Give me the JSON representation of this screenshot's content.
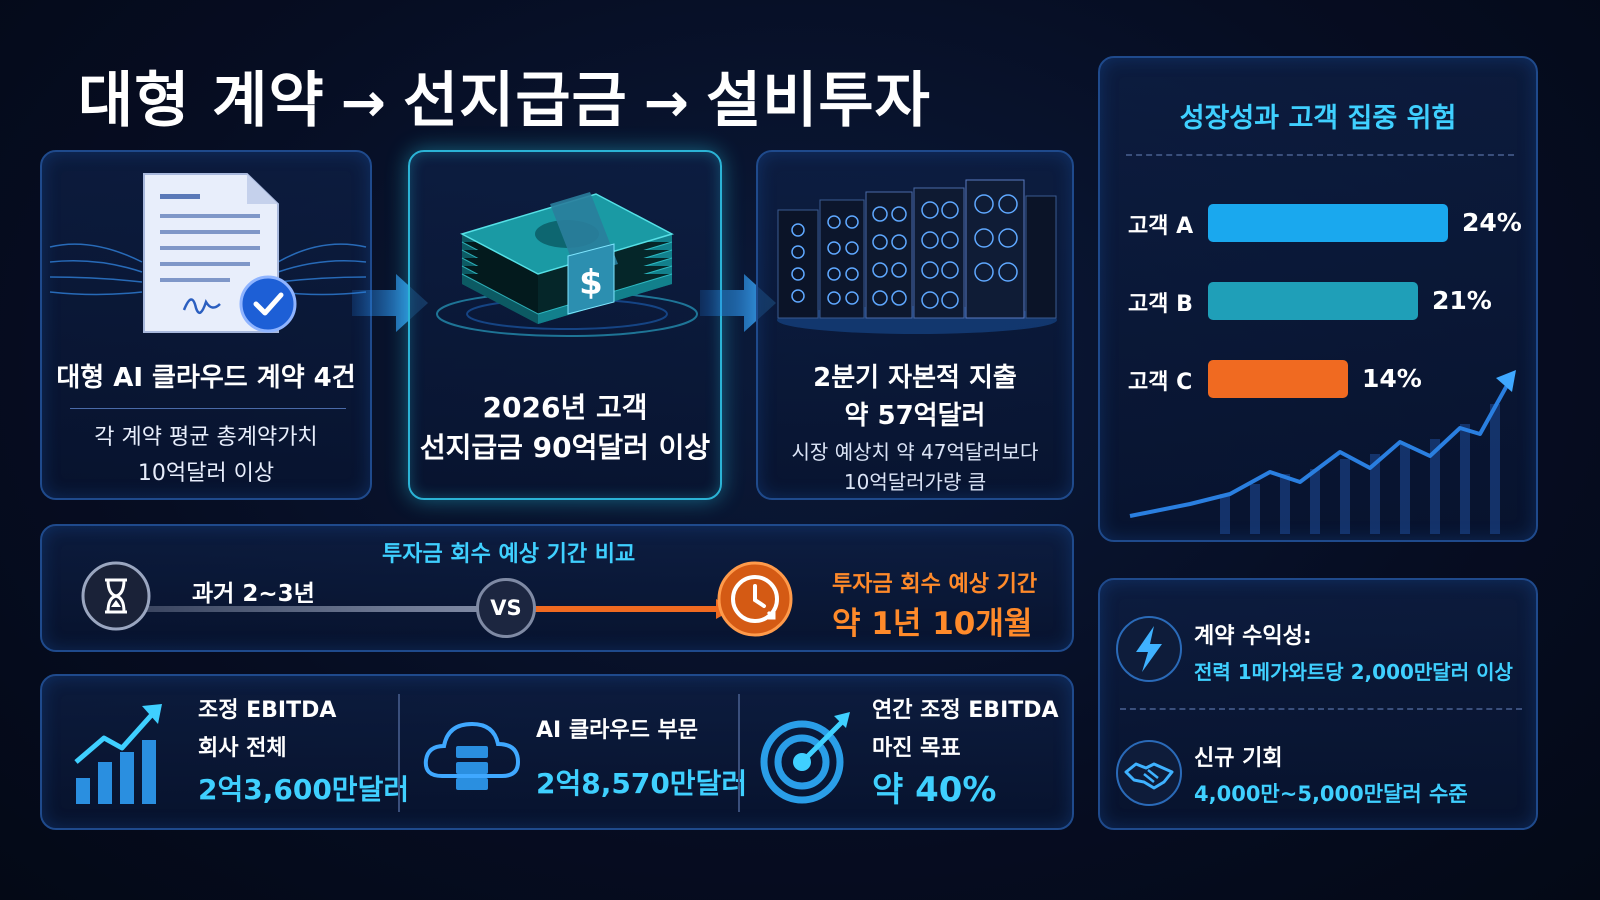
{
  "title": {
    "step1": "대형 계약",
    "step2": "선지급금",
    "step3": "설비투자",
    "arrow": "→"
  },
  "cards": {
    "contract": {
      "headline": "대형 AI 클라우드 계약 4건",
      "line1": "각 계약 평균 총계약가치",
      "line2": "10억달러 이상"
    },
    "prepay": {
      "line1": "2026년 고객",
      "line2": "선지급금 90억달러 이상",
      "dollar_symbol": "$"
    },
    "capex": {
      "line1": "2분기 자본적 지출",
      "line2": "약 57억달러",
      "line3": "시장 예상치 약 47억달러보다",
      "line4": "10억달러가량 큼"
    }
  },
  "payback": {
    "title": "투자금 회수 예상 기간 비교",
    "past_label": "과거 2~3년",
    "vs_label": "VS",
    "new_label": "투자금 회수 예상 기간",
    "new_value": "약 1년 10개월"
  },
  "kpis": {
    "company": {
      "line1": "조정 EBITDA",
      "line2": "회사 전체",
      "value": "2억3,600만달러"
    },
    "cloud": {
      "line1": "AI 클라우드 부문",
      "value": "2억8,570만달러"
    },
    "target": {
      "line1": "연간 조정 EBITDA",
      "line2": "마진 목표",
      "value": "약 40%"
    }
  },
  "concentration": {
    "title": "성장성과 고객 집중 위험"
  },
  "chart_data": {
    "type": "bar",
    "categories": [
      "고객 A",
      "고객 B",
      "고객 C"
    ],
    "values": [
      24,
      21,
      14
    ],
    "value_labels": [
      "24%",
      "21%",
      "14%"
    ],
    "colors": [
      "#1aa8ee",
      "#1f9fb8",
      "#f06a21"
    ],
    "title": "성장성과 고객 집중 위험",
    "xlim": [
      0,
      24
    ],
    "legend": "none",
    "grid": false
  },
  "opportunities": {
    "profit_label": "계약 수익성:",
    "profit_value": "전력 1메가와트당 2,000만달러 이상",
    "new_label": "신규 기회",
    "new_value": "4,000만~5,000만달러 수준"
  },
  "colors": {
    "accent_cyan": "#3fd0ff",
    "accent_orange": "#ff8a2a",
    "border": "#1f4a8c"
  }
}
